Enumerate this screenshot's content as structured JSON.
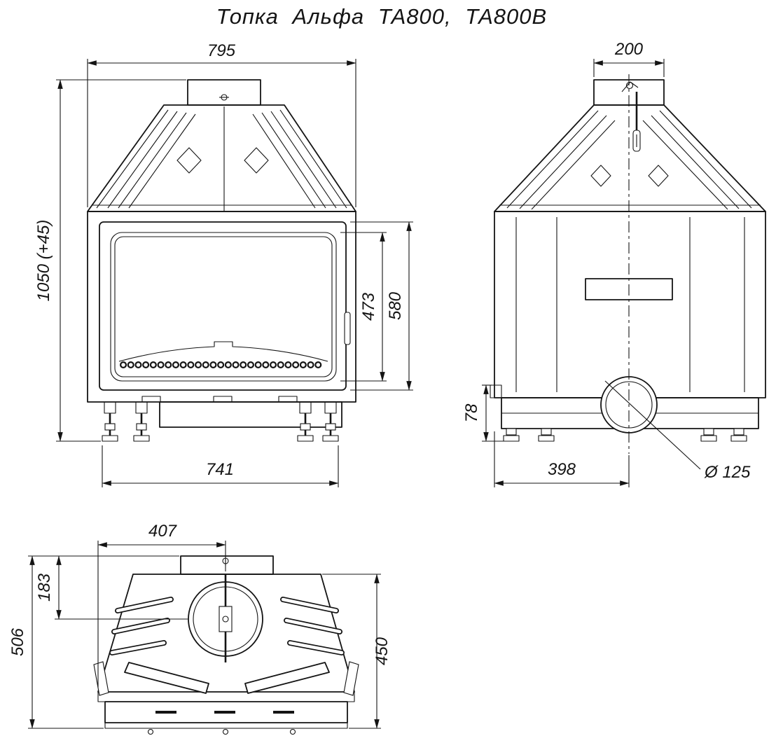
{
  "title": "Топка Альфа ТА800, ТА800В",
  "front_view": {
    "dim_width_top": "795",
    "dim_height_overall": "1050 (+45)",
    "dim_glass_height": "473",
    "dim_door_height": "580",
    "dim_width_bottom": "741"
  },
  "side_view": {
    "dim_flue_collar_width": "200",
    "dim_plinth_height": "78",
    "dim_flue_axis_depth": "398",
    "dim_flue_diameter": "Ø 125"
  },
  "top_view": {
    "dim_flue_axis_offset": "407",
    "dim_flue_axis_from_back": "183",
    "dim_depth_overall": "506",
    "dim_body_depth": "450"
  }
}
